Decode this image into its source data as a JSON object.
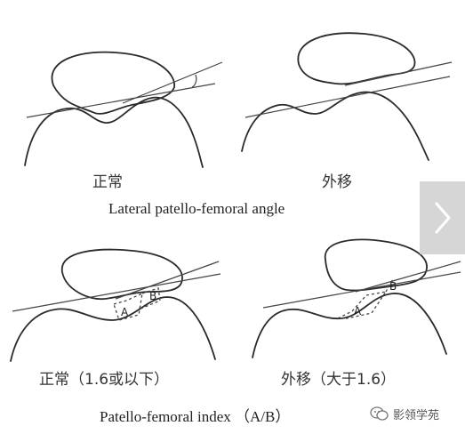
{
  "top": {
    "left_caption": "正常",
    "right_caption": "外移",
    "title": "Lateral patello-femoral angle"
  },
  "bottom": {
    "left_caption": "正常（1.6或以下）",
    "right_caption": "外移（大于1.6）",
    "title": "Patello-femoral index （A/B）",
    "label_a": "A",
    "label_b": "B"
  },
  "nav": {
    "next_icon": "chevron-right-icon"
  },
  "watermark": {
    "text": "影领学苑",
    "icon": "wechat-logo-icon"
  }
}
